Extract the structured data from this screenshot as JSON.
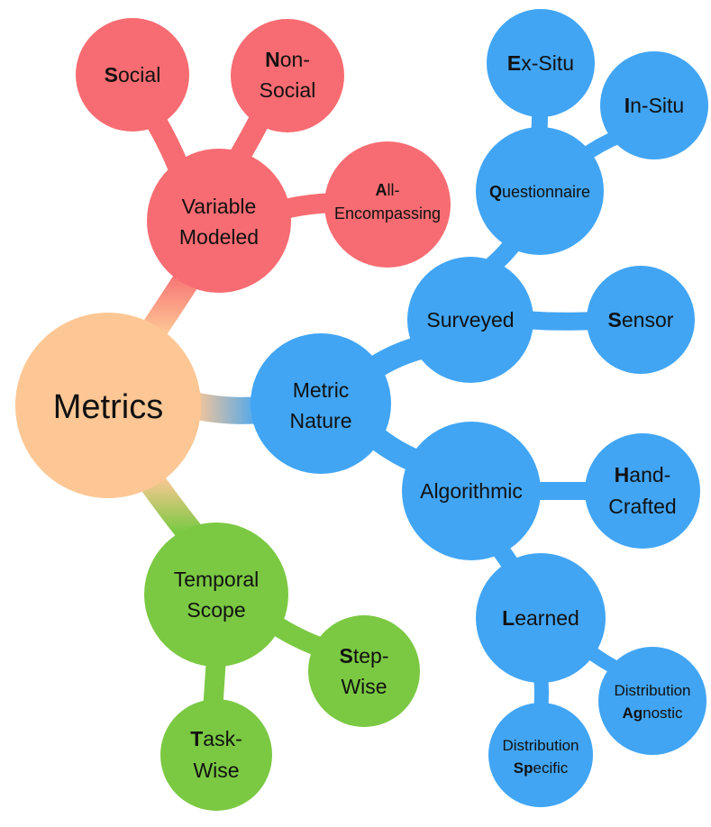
{
  "colors": {
    "root": "#FDC795",
    "red": "#F76C72",
    "blue": "#41A5F4",
    "green": "#7BC943",
    "text": "#111111",
    "background": "#FFFFFF"
  },
  "root": {
    "label": "Metrics"
  },
  "red_branch": {
    "hub": {
      "line1": "Variable",
      "line2": "Modeled"
    },
    "leaves": {
      "social": {
        "bold": "S",
        "rest": "ocial"
      },
      "nonsocial": {
        "line1_bold": "N",
        "line1_rest": "on-",
        "line2": "Social"
      },
      "allenc": {
        "line1_bold": "A",
        "line1_rest": "ll-",
        "line2": "Encompassing"
      }
    }
  },
  "blue_branch": {
    "hub": {
      "line1": "Metric",
      "line2": "Nature"
    },
    "surveyed": {
      "label": "Surveyed"
    },
    "questionnaire": {
      "bold": "Q",
      "rest": "uestionnaire"
    },
    "exsitu": {
      "bold": "E",
      "rest": "x-Situ"
    },
    "insitu": {
      "bold": "I",
      "rest": "n-Situ"
    },
    "sensor": {
      "bold": "S",
      "rest": "ensor"
    },
    "algorithmic": {
      "label": "Algorithmic"
    },
    "handcrafted": {
      "line1_bold": "H",
      "line1_rest": "and-",
      "line2": "Crafted"
    },
    "learned": {
      "bold": "L",
      "rest": "earned"
    },
    "dist_agnostic": {
      "line1": "Distribution",
      "line2_bold": "Ag",
      "line2_rest": "nostic"
    },
    "dist_specific": {
      "line1": "Distribution",
      "line2_bold": "Sp",
      "line2_rest": "ecific"
    }
  },
  "green_branch": {
    "hub": {
      "line1": "Temporal",
      "line2": "Scope"
    },
    "stepwise": {
      "line1_bold": "S",
      "line1_rest": "tep-",
      "line2": "Wise"
    },
    "taskwise": {
      "line1_bold": "T",
      "line1_rest": "ask-",
      "line2": "Wise"
    }
  }
}
